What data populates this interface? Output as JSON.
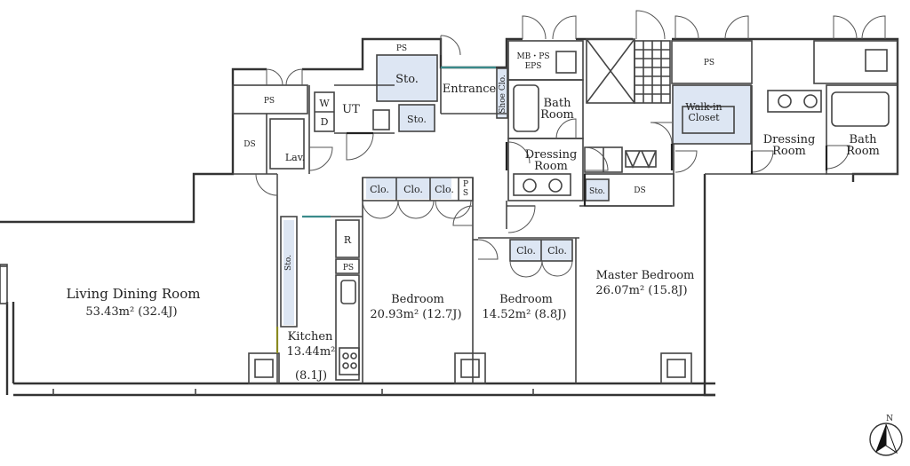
{
  "rooms": {
    "living": {
      "name": "Living Dining Room",
      "area": "53.43m² (32.4J)"
    },
    "kitchen": {
      "name": "Kitchen",
      "area": "13.44m²",
      "tatami": "(8.1J)"
    },
    "bedroom1": {
      "name": "Bedroom",
      "area": "20.93m² (12.7J)"
    },
    "bedroom2": {
      "name": "Bedroom",
      "area": "14.52m² (8.8J)"
    },
    "master": {
      "name": "Master Bedroom",
      "area": "26.07m² (15.8J)"
    },
    "entrance": "Entrance",
    "shoe_closet": "Shoe Clo.",
    "bath1": {
      "line1": "Bath",
      "line2": "Room"
    },
    "dressing1": {
      "line1": "Dressing",
      "line2": "Room"
    },
    "walkin": {
      "line1": "Walk-in",
      "line2": "Closet"
    },
    "dressing2": {
      "line1": "Dressing",
      "line2": "Room"
    },
    "bath2": {
      "line1": "Bath",
      "line2": "Room"
    },
    "ut": "UT",
    "wd": {
      "w": "W",
      "d": "D"
    },
    "lav": "Lav.",
    "ds": "DS",
    "ps": "PS",
    "sto": "Sto.",
    "clo": "Clo.",
    "r": "R",
    "mb_ps": "MB・PS",
    "eps": "EPS",
    "ps_vertical": {
      "p": "P",
      "s": "S"
    }
  },
  "compass": {
    "label": "N"
  }
}
